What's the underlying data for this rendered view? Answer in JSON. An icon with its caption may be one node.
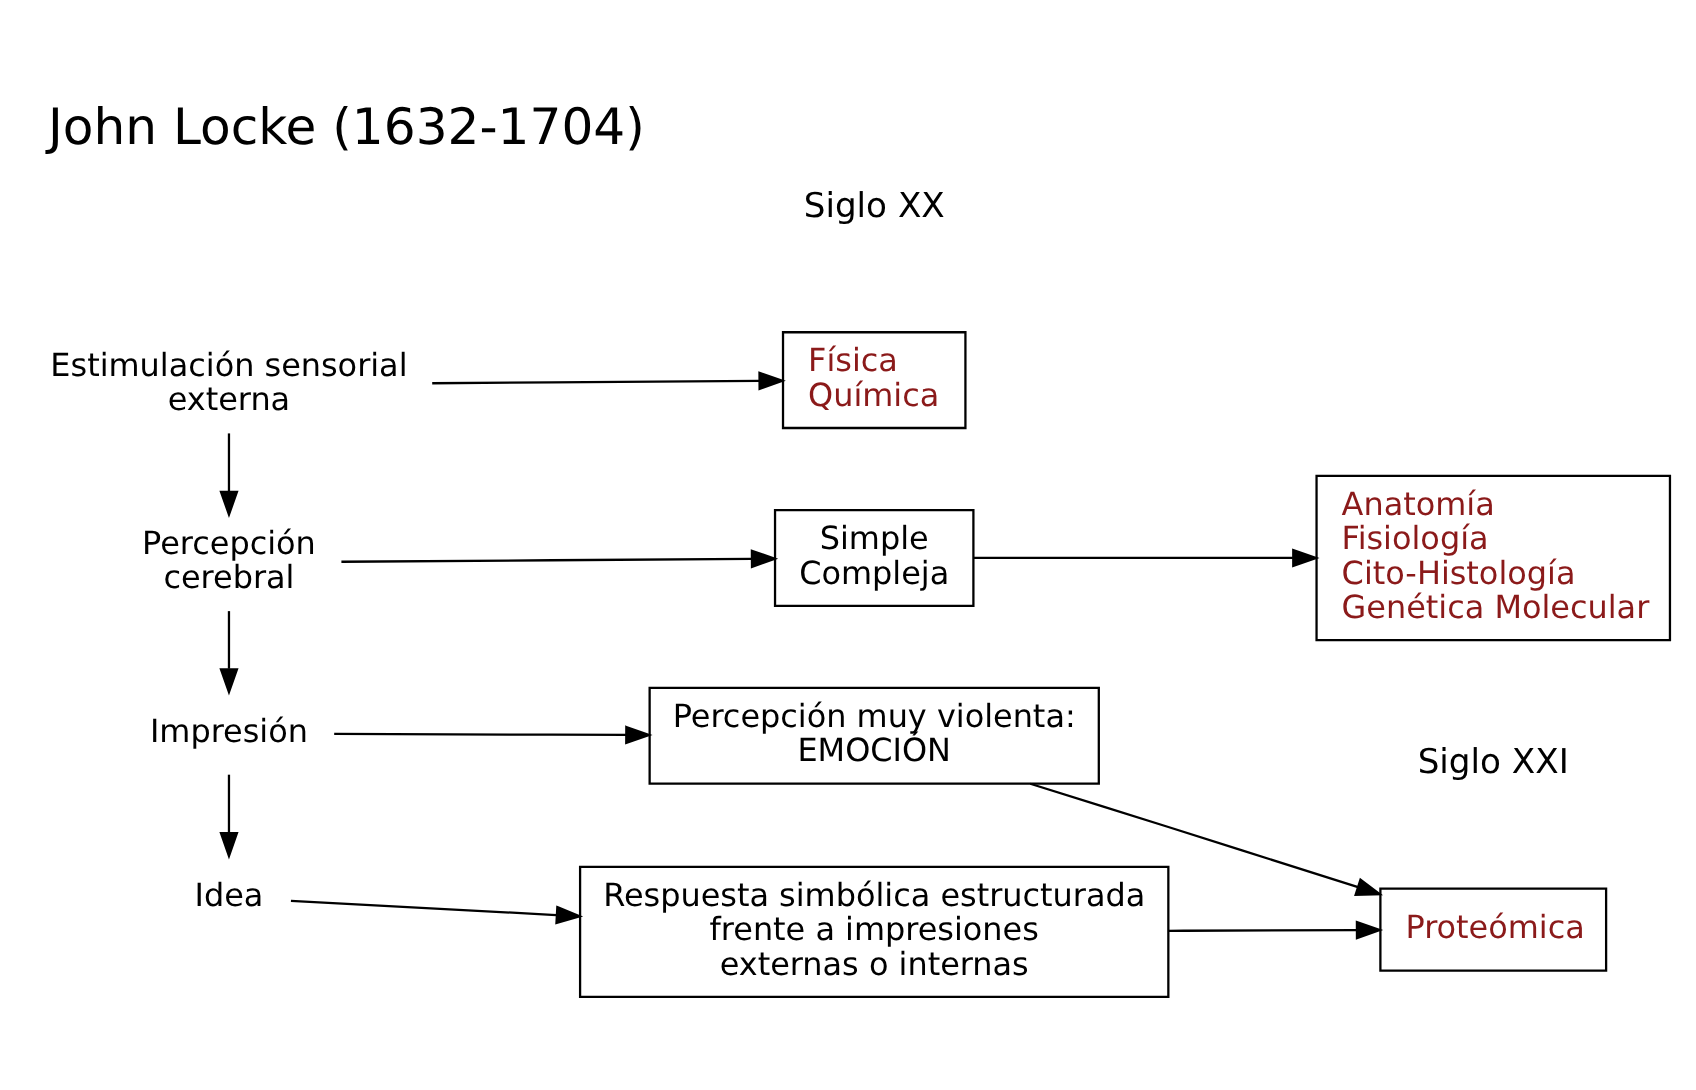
{
  "diagram": {
    "title": "John Locke (1632-1704)",
    "nodes": [
      {
        "text": [
          "Estimulación sensorial externa"
        ]
      },
      {
        "text": [
          "Física",
          "Química"
        ]
      },
      {
        "text": [
          "Percepción cerebral"
        ]
      },
      {
        "text": [
          "Simple",
          "Compleja"
        ]
      },
      {
        "text": [
          "Anatomía",
          "Fisiología",
          "Cito-Histología",
          "Genética Molecular"
        ]
      },
      {
        "text": [
          "Impresión"
        ]
      },
      {
        "text": [
          "Percepción muy violenta:",
          "EMOCIÓN"
        ]
      },
      {
        "text": [
          "Proteómica"
        ]
      },
      {
        "text": [
          "Idea"
        ]
      },
      {
        "text": [
          "Respuesta simbólica estructurada frente a impresiones externas o internas"
        ]
      }
    ],
    "edges": [
      {
        "from": 0,
        "to": 1,
        "arrow": "to"
      },
      {
        "from": 0,
        "to": 2,
        "arrow": "to"
      },
      {
        "from": 2,
        "to": 3,
        "arrow": "to"
      },
      {
        "from": 3,
        "to": 4,
        "arrow": "to"
      },
      {
        "from": 2,
        "to": 5,
        "arrow": "to"
      },
      {
        "from": 5,
        "to": 6,
        "arrow": "to"
      },
      {
        "from": 6,
        "to": 7,
        "arrow": "to"
      },
      {
        "from": 5,
        "to": 8,
        "arrow": "to"
      },
      {
        "from": 8,
        "to": 9,
        "arrow": "to"
      },
      {
        "from": 9,
        "to": 7,
        "arrow": "to"
      }
    ],
    "labels": [
      "Siglo XX",
      "Siglo XXI"
    ]
  }
}
